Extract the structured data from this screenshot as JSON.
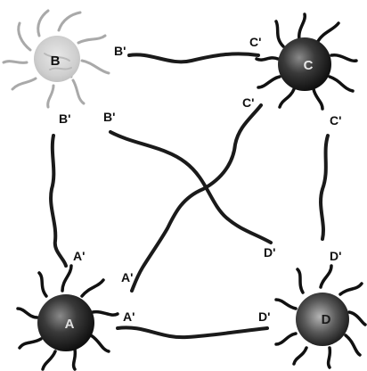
{
  "colors": {
    "strand": "#1a1a1a",
    "dark_core": "#1f1f1f",
    "light_core": "#c9c9c9",
    "ghost_arms": "#a9a9a9",
    "dark_arms": "#111111"
  },
  "nodes": {
    "B": {
      "label": "B",
      "style": "light"
    },
    "C": {
      "label": "C",
      "style": "dark"
    },
    "A": {
      "label": "A",
      "style": "dark"
    },
    "D": {
      "label": "D",
      "style": "dark"
    }
  },
  "strands": [
    {
      "id": "bc",
      "start_label": "B'",
      "end_label": "C'"
    },
    {
      "id": "ba",
      "start_label": "B'",
      "end_label": "A'"
    },
    {
      "id": "bd",
      "start_label": "B'",
      "end_label": "D'"
    },
    {
      "id": "ca",
      "start_label": "C'",
      "end_label": "A'"
    },
    {
      "id": "cd",
      "start_label": "C'",
      "end_label": "D'"
    },
    {
      "id": "ad",
      "start_label": "A'",
      "end_label": "D'"
    }
  ]
}
